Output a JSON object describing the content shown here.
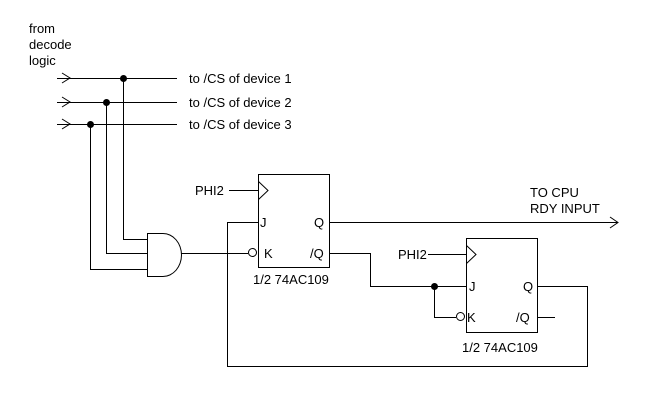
{
  "diagram": {
    "title_hint": "chip-select wait-state circuit schematic",
    "colors": {
      "line": "#000000",
      "background": "#ffffff"
    },
    "source_label": "from\ndecode\nlogic",
    "device_lines": [
      {
        "label": "to /CS of device 1"
      },
      {
        "label": "to /CS of device 2"
      },
      {
        "label": "to /CS of device 3"
      }
    ],
    "flipflop1": {
      "clock_label": "PHI2",
      "j_label": "J",
      "k_label": "K",
      "q_label": "Q",
      "qbar_label": "/Q",
      "part_label": "1/2 74AC109"
    },
    "flipflop2": {
      "clock_label": "PHI2",
      "j_label": "J",
      "k_label": "K",
      "q_label": "Q",
      "qbar_label": "/Q",
      "part_label": "1/2 74AC109"
    },
    "output_label": "TO CPU\nRDY INPUT"
  }
}
